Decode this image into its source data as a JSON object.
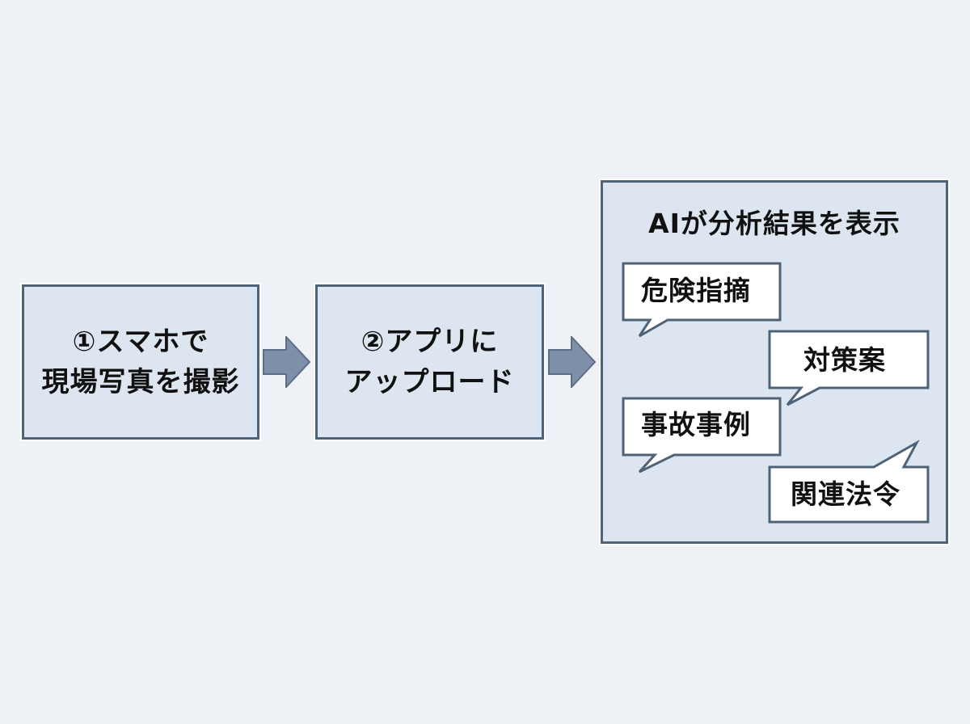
{
  "steps": [
    {
      "line1": "①スマホで",
      "line2": "現場写真を撮影"
    },
    {
      "line1": "②アプリに",
      "line2": "アップロード"
    }
  ],
  "result": {
    "title": "AIが分析結果を表示",
    "bubbles": [
      "危険指摘",
      "対策案",
      "事故事例",
      "関連法令"
    ]
  },
  "colors": {
    "background": "#eef1f5",
    "box_fill": "#dde6f0",
    "box_border": "#4f6378",
    "arrow_fill": "#7d90a8",
    "bubble_fill": "#ffffff"
  }
}
